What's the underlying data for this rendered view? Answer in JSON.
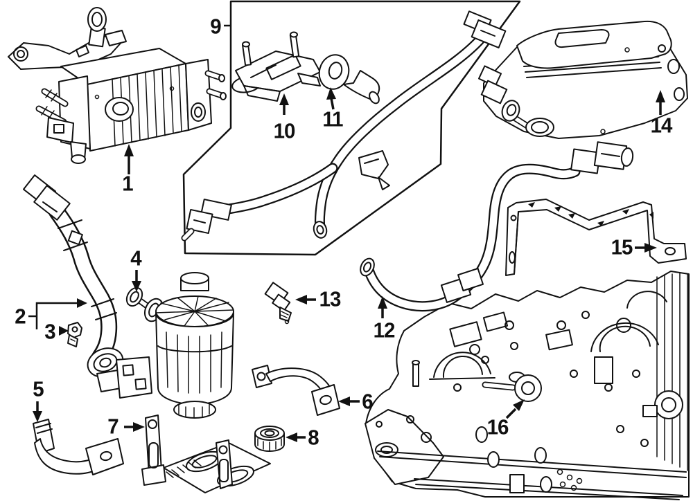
{
  "colors": {
    "background": "#ffffff",
    "line": "#111111"
  },
  "callouts": [
    {
      "label": "1"
    },
    {
      "label": "2"
    },
    {
      "label": "3"
    },
    {
      "label": "4"
    },
    {
      "label": "5"
    },
    {
      "label": "6"
    },
    {
      "label": "7"
    },
    {
      "label": "8"
    },
    {
      "label": "9"
    },
    {
      "label": "10"
    },
    {
      "label": "11"
    },
    {
      "label": "12"
    },
    {
      "label": "13"
    },
    {
      "label": "14"
    },
    {
      "label": "15"
    },
    {
      "label": "16"
    }
  ]
}
